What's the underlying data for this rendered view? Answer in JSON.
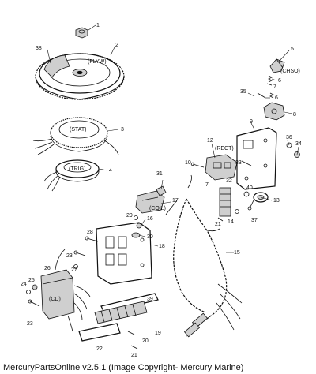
{
  "callouts": {
    "c1": "1",
    "c2": "2",
    "c3": "3",
    "c4": "4",
    "c5": "5",
    "c6": "6",
    "c6b": "6",
    "c7": "7",
    "c7b": "7",
    "c8": "8",
    "c9": "9",
    "c10": "10",
    "c12": "12",
    "c13": "13",
    "c14": "14",
    "c15": "15",
    "c16": "16",
    "c17": "17",
    "c18": "18",
    "c19": "19",
    "c20": "20",
    "c21": "21",
    "c21b": "21",
    "c22": "22",
    "c23": "23",
    "c23b": "23",
    "c24": "24",
    "c25": "25",
    "c26": "26",
    "c27": "27",
    "c28": "28",
    "c29": "29",
    "c30": "30",
    "c31": "31",
    "c32": "32",
    "c33": "33",
    "c34": "34",
    "c35": "35",
    "c36": "36",
    "c37": "37",
    "c38": "38",
    "c39": "39",
    "c40": "40"
  },
  "tags": {
    "flyw": "(FLYW)",
    "stat": "(STAT)",
    "trig": "(TRIG)",
    "chso": "(CHSO)",
    "rect": "(RECT)",
    "coil": "(COIL)",
    "cd": "(CD)"
  },
  "footer": "MercuryPartsOnline v2.5.1 (Image Copyright- Mercury Marine)"
}
